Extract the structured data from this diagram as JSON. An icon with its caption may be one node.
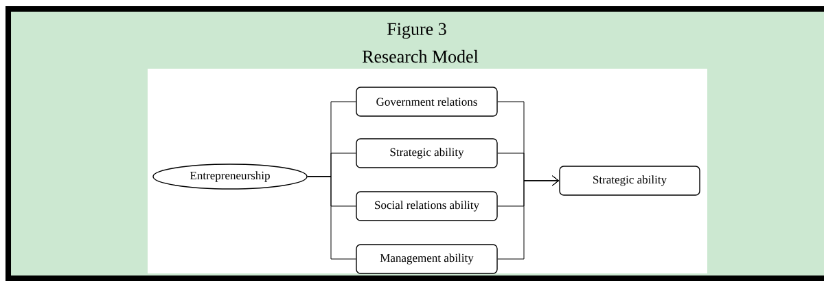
{
  "diagram": {
    "title": "Research Model",
    "nodes": [
      {
        "text": [
          "Entrepreneurship"
        ]
      },
      {
        "text": [
          "Government relations"
        ]
      },
      {
        "text": [
          "Strategic ability"
        ]
      },
      {
        "text": [
          "Social relations ability"
        ]
      },
      {
        "text": [
          "Management ability"
        ]
      },
      {
        "text": [
          "Strategic ability"
        ]
      }
    ],
    "edges": [
      {
        "from": 0,
        "to": 1,
        "arrow": "none"
      },
      {
        "from": 0,
        "to": 2,
        "arrow": "none"
      },
      {
        "from": 0,
        "to": 3,
        "arrow": "none"
      },
      {
        "from": 0,
        "to": 4,
        "arrow": "none"
      },
      {
        "from": 1,
        "to": 5,
        "arrow": "to"
      },
      {
        "from": 2,
        "to": 5,
        "arrow": "to"
      },
      {
        "from": 3,
        "to": 5,
        "arrow": "to"
      },
      {
        "from": 4,
        "to": 5,
        "arrow": "to"
      }
    ],
    "labels": [
      "Figure 3"
    ]
  }
}
